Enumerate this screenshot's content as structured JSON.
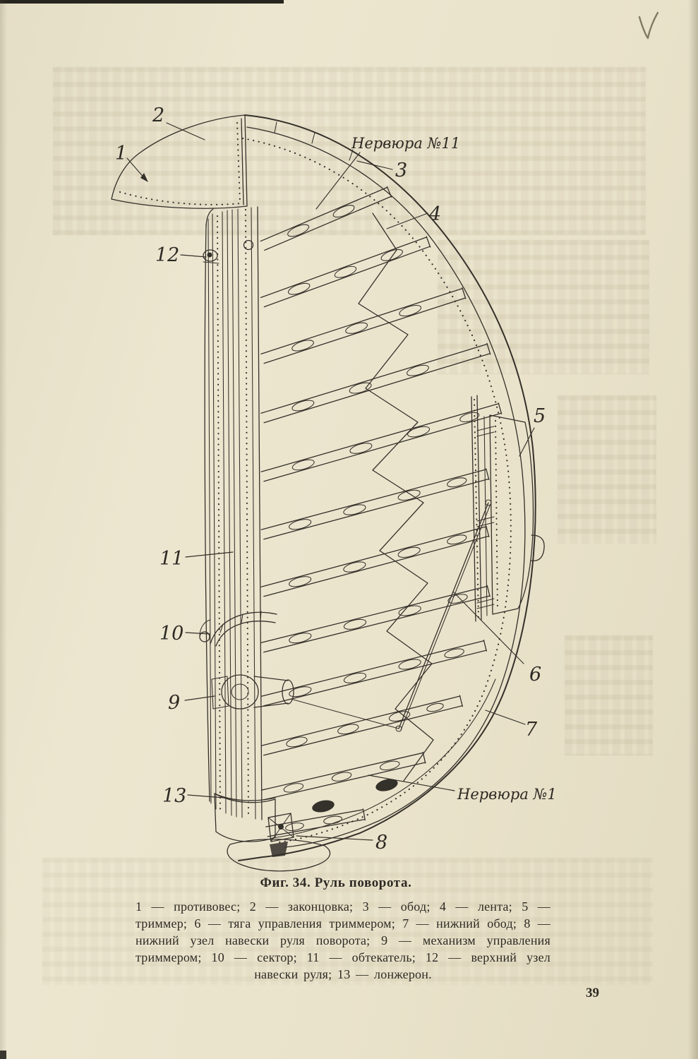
{
  "page": {
    "number": "39"
  },
  "figure": {
    "caption": "Фиг. 34. Руль поворота.",
    "legend": "1 — противовес; 2 — законцовка; 3 — обод; 4 — лента; 5 — триммер; 6 — тяга управления триммером; 7 — нижний обод; 8 — нижний узел навески руля поворота; 9 — механизм управления триммером; 10 — сектор; 11 — обтекатель; 12 — верхний узел навески руля; 13 — лонжерон."
  },
  "diagram": {
    "ink_color": "#34302a",
    "paper_color": "#e9e3cd",
    "callouts": {
      "c1": "1",
      "c2": "2",
      "c3": "3",
      "c4": "4",
      "c5": "5",
      "c6": "6",
      "c7": "7",
      "c8": "8",
      "c9": "9",
      "c10": "10",
      "c11": "11",
      "c12": "12",
      "c13": "13",
      "rib11": "Нервюра №11",
      "rib1": "Нервюра №1"
    }
  }
}
